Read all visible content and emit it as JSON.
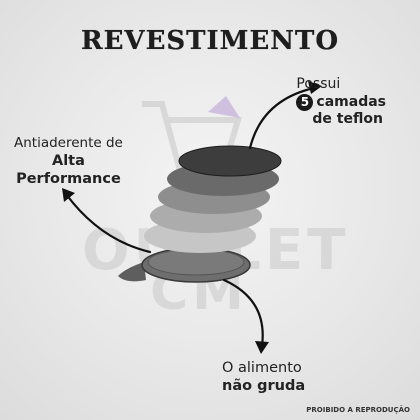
{
  "title": "REVESTIMENTO",
  "watermark": {
    "line1": "OUTLET",
    "line2": "CM"
  },
  "callout_top_right": {
    "line1": "Possui",
    "number": "5",
    "line2": "camadas",
    "line3": "de teflon"
  },
  "callout_left": {
    "line1": "Antiaderente de",
    "line2": "Alta",
    "line3": "Performance"
  },
  "callout_bottom": {
    "line1": "O alimento",
    "line2": "não gruda"
  },
  "footer": "PROIBIDO A REPRODUÇÃO",
  "colors": {
    "layer1": "#3d3d3d",
    "layer2": "#6a6a6a",
    "layer3": "#8e8e8e",
    "layer4": "#acacac",
    "layer5": "#c6c6c6",
    "pan": "#6e6e6e",
    "text": "#222222"
  },
  "icons": [
    "shopping-cart-watermark-icon",
    "curved-arrow-icon"
  ]
}
